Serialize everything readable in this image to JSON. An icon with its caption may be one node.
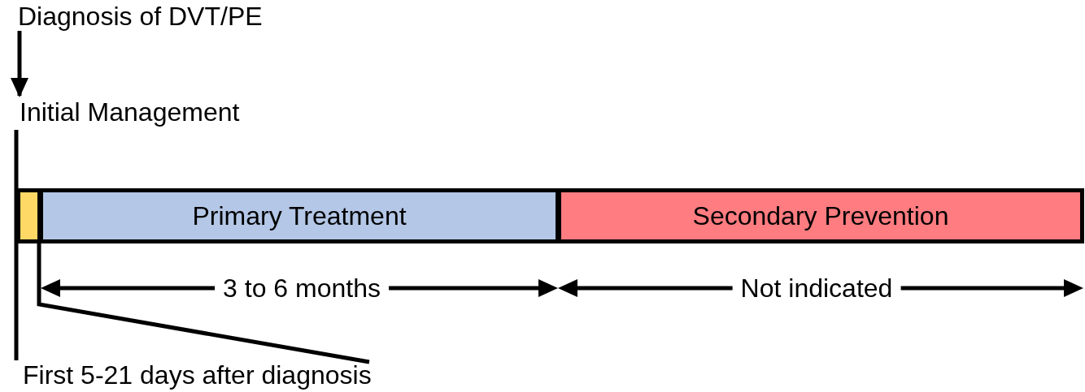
{
  "diagram": {
    "nodes": [
      {
        "text": [
          "Diagnosis of DVT/PE"
        ]
      },
      {
        "text": [
          "Initial Management"
        ]
      },
      {
        "text": [],
        "shape": "box"
      },
      {
        "text": [
          "Primary Treatment"
        ]
      },
      {
        "text": [
          "Secondary Prevention"
        ]
      },
      {
        "text": [
          "First 5-21 days after diagnosis"
        ]
      }
    ],
    "edges": [
      {
        "from": 0,
        "to": 1,
        "arrow": "to"
      },
      {
        "from": 5,
        "to": 2,
        "arrow": "none"
      },
      {
        "from": 1,
        "to": 5,
        "arrow": "none"
      }
    ],
    "labels": [
      "3 to 6 months",
      "Not indicated"
    ]
  }
}
